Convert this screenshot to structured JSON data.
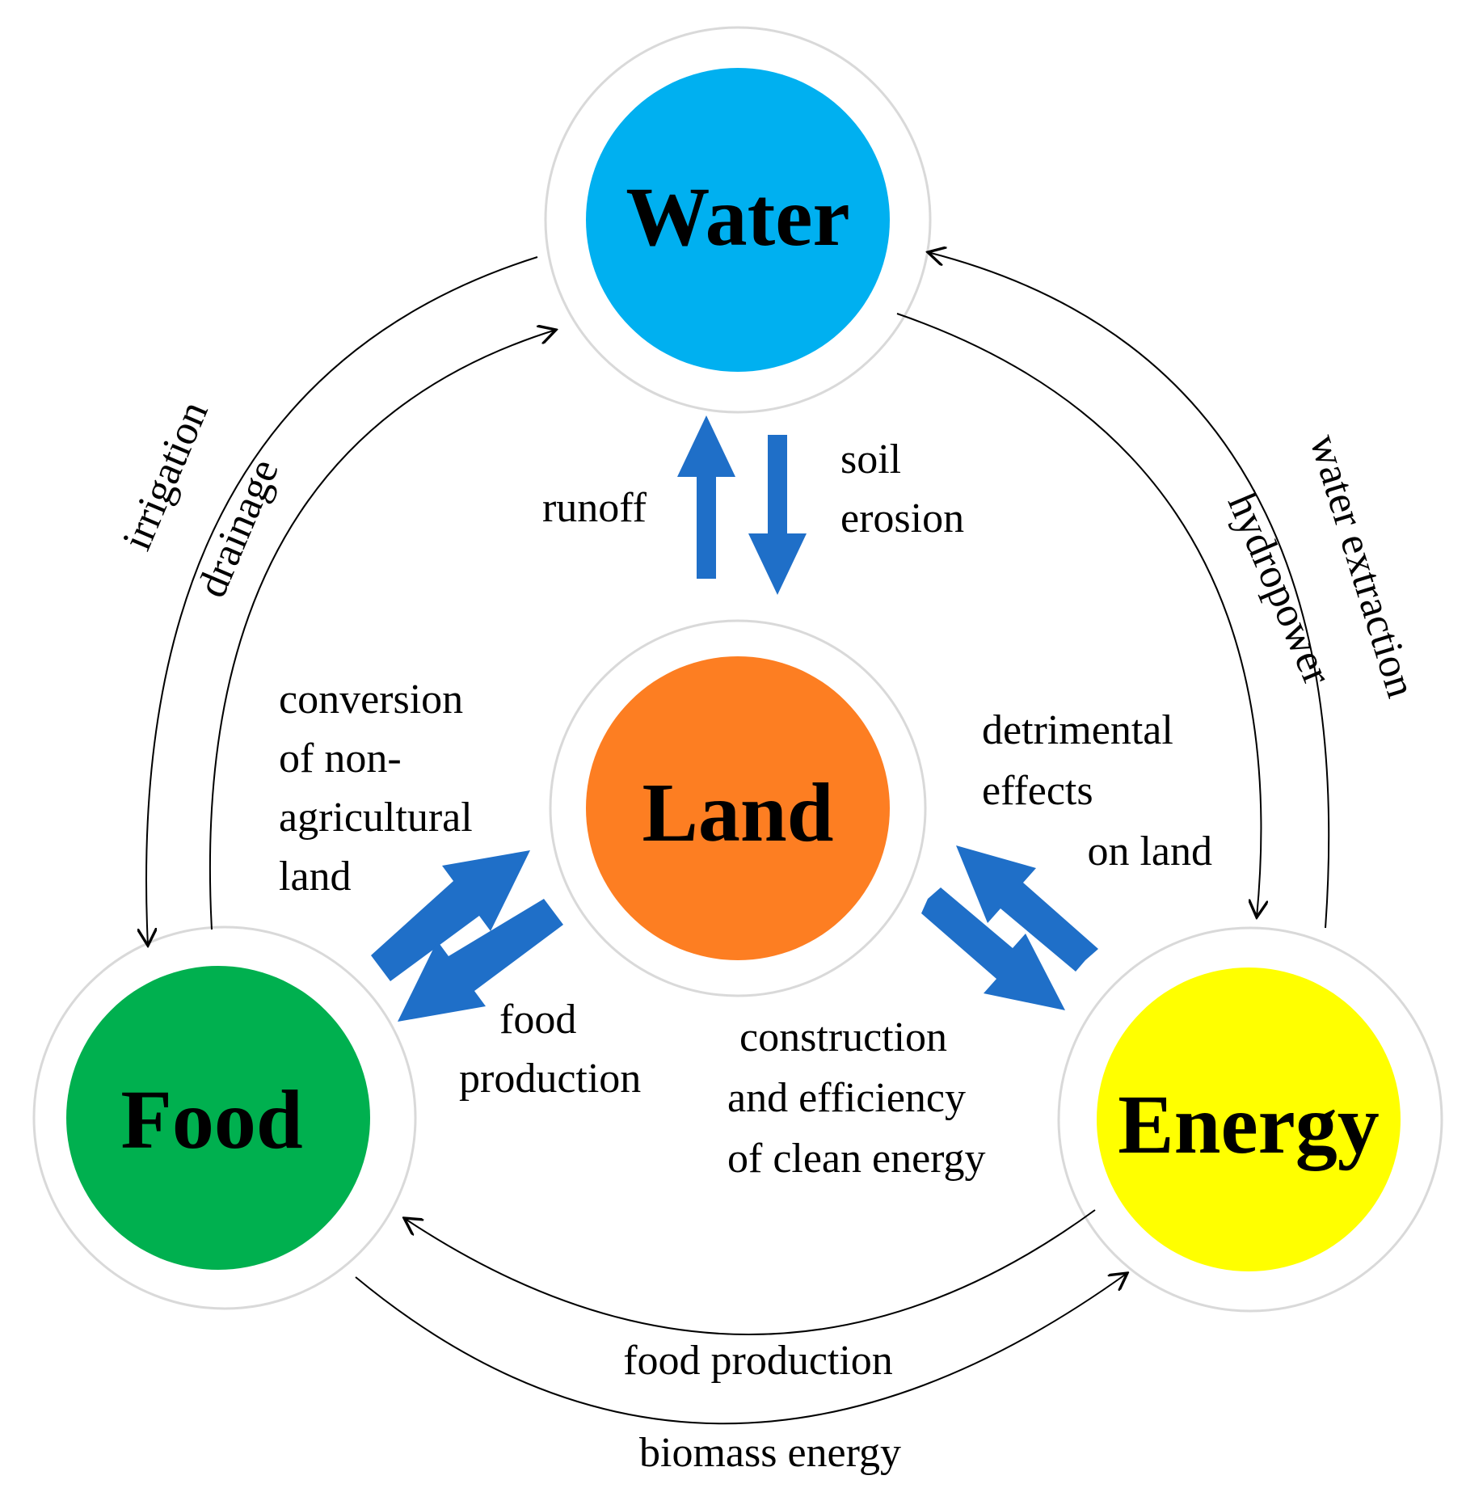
{
  "colors": {
    "water": "#00b0f0",
    "land": "#fd7e22",
    "food": "#00b04f",
    "energy": "#ffff00",
    "block_arrow": "#1f6fc8",
    "thin_arrow": "#000000",
    "ring": "#d9d9d9"
  },
  "nodes": {
    "water": "Water",
    "land": "Land",
    "food": "Food",
    "energy": "Energy"
  },
  "labels": {
    "runoff": "runoff",
    "soil_erosion_1": "soil",
    "soil_erosion_2": "erosion",
    "conversion_1": "conversion",
    "conversion_2": "of non-",
    "conversion_3": "agricultural",
    "conversion_4": "land",
    "food_production_1": "food",
    "food_production_2": "production",
    "detrimental_1": "detrimental",
    "detrimental_2": "effects",
    "detrimental_3": "on land",
    "clean_energy_1": "construction",
    "clean_energy_2": "and efficiency",
    "clean_energy_3": "of clean energy",
    "irrigation": "irrigation",
    "drainage": "drainage",
    "hydropower": "hydropower",
    "water_extraction": "water extraction",
    "food_production_bottom": "food production",
    "biomass_energy": "biomass energy"
  }
}
